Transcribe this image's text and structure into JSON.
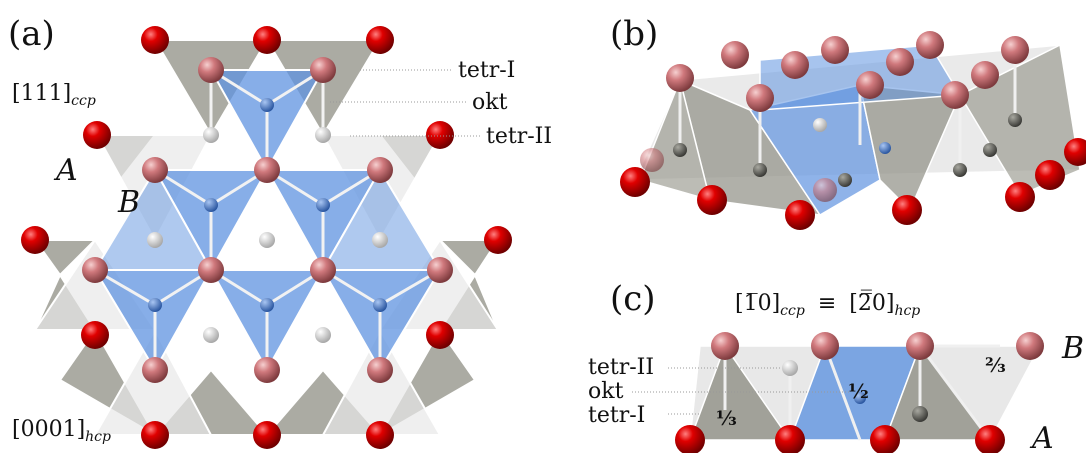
{
  "panels": {
    "a": {
      "label": "(a)",
      "direction_top": "[111]",
      "direction_top_sub": "ccp",
      "direction_bottom": "[0001]",
      "direction_bottom_sub": "hcp",
      "layer_a": "A",
      "layer_b": "B",
      "site_labels": [
        "tetr-I",
        "okt",
        "tetr-II"
      ]
    },
    "b": {
      "label": "(b)"
    },
    "c": {
      "label": "(c)",
      "direction_left": "[1̅0]",
      "direction_left_sub": "ccp",
      "equiv": "≡",
      "direction_right": "[2̅̅0]",
      "direction_right_sub": "hcp",
      "site_labels": [
        "tetr-II",
        "okt",
        "tetr-I"
      ],
      "layer_a": "A",
      "layer_b": "B",
      "fractions": [
        "⅓",
        "½",
        "⅔"
      ]
    }
  },
  "colors": {
    "anion_red": "#cc0000",
    "anion_pink": "#d0797d",
    "octahedral_blue": "#5f93e0",
    "tetrahedral_gray": "#8f8f84",
    "cation_light": "#d8d8d8",
    "cation_blue": "#3d6fc0",
    "cation_dark": "#5e5e5a"
  }
}
